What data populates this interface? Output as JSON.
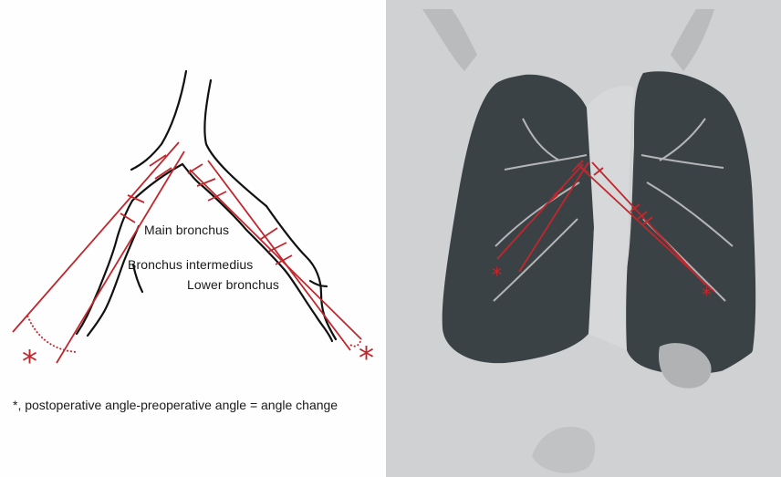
{
  "figure": {
    "labels": {
      "main_bronchus": "Main bronchus",
      "bronchus_intermedius": "Bronchus intermedius",
      "lower_bronchus": "Lower bronchus"
    },
    "angle_marker": "*",
    "caption": "*, postoperative angle-preoperative angle = angle change",
    "colors": {
      "annotation": "#c0272d",
      "outline": "#111111",
      "ct_background": "#d3d5d6",
      "lung": "#3b4246"
    },
    "ct_image": {
      "angle_marker_left": "*",
      "angle_marker_right": "*"
    }
  }
}
